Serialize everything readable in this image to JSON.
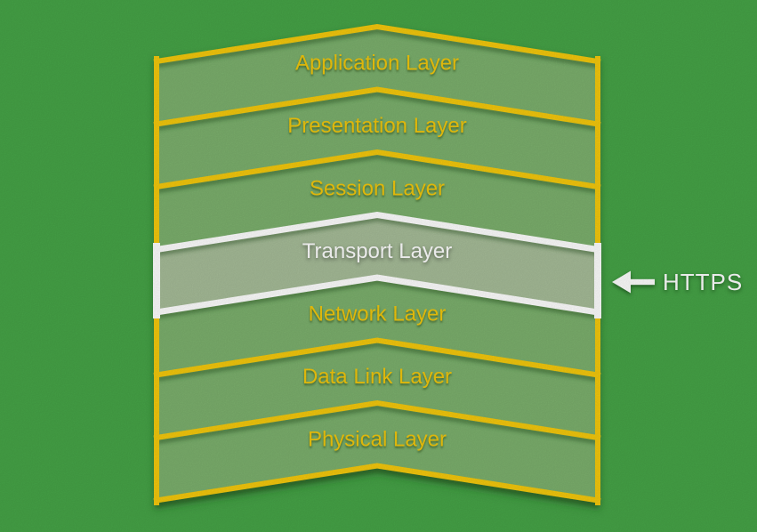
{
  "diagram": {
    "layers": [
      {
        "label": "Application Layer",
        "highlighted": false
      },
      {
        "label": "Presentation Layer",
        "highlighted": false
      },
      {
        "label": "Session Layer",
        "highlighted": false
      },
      {
        "label": "Transport Layer",
        "highlighted": true
      },
      {
        "label": "Network Layer",
        "highlighted": false
      },
      {
        "label": "Data Link Layer",
        "highlighted": false
      },
      {
        "label": "Physical Layer",
        "highlighted": false
      }
    ],
    "annotation": {
      "label": "HTTPS",
      "icon": "left-arrow-icon",
      "points_to": "Transport Layer"
    },
    "colors": {
      "background": "#46a447",
      "band_fill": "#7bb06d",
      "highlight_band_fill": "#a6bc98",
      "outline": "#f5c90b",
      "highlight_outline": "#ffffff",
      "label_text": "#f2c70d",
      "highlight_label_text": "#ffffff",
      "annotation_text": "#ffffff"
    }
  }
}
